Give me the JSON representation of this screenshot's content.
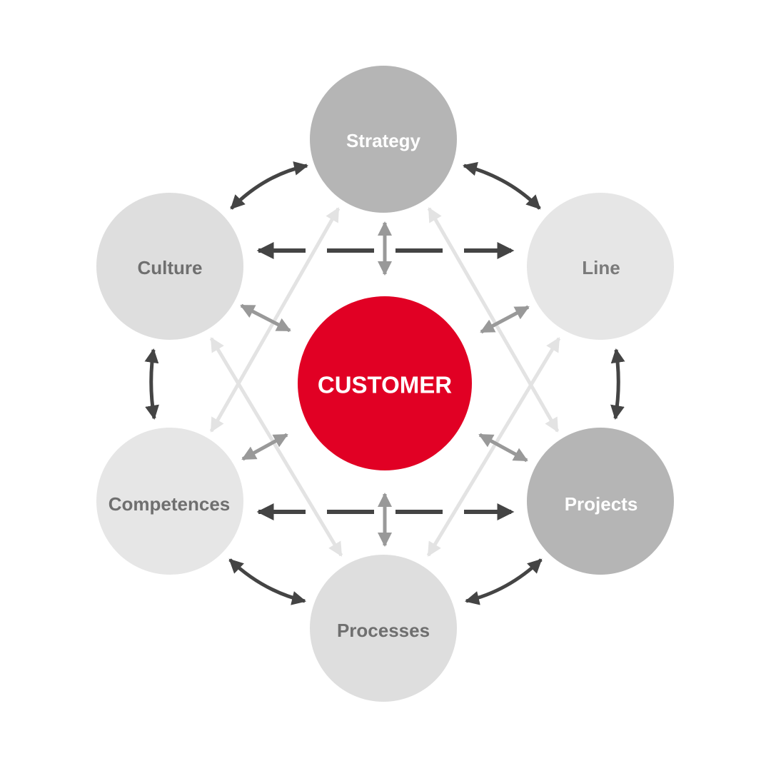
{
  "center": {
    "label": "CUSTOMER",
    "color": "#e10024",
    "text_color": "#ffffff"
  },
  "nodes": {
    "strategy": {
      "label": "Strategy",
      "fill": "#b5b5b5",
      "text_color": "#ffffff"
    },
    "line": {
      "label": "Line",
      "fill": "#e6e6e6",
      "text_color": "#7a7a7a"
    },
    "projects": {
      "label": "Projects",
      "fill": "#b5b5b5",
      "text_color": "#ffffff"
    },
    "processes": {
      "label": "Processes",
      "fill": "#dedede",
      "text_color": "#6f6f6f"
    },
    "competences": {
      "label": "Competences",
      "fill": "#e6e6e6",
      "text_color": "#6f6f6f"
    },
    "culture": {
      "label": "Culture",
      "fill": "#dedede",
      "text_color": "#6f6f6f"
    }
  },
  "colors": {
    "dark_arrow": "#444444",
    "mid_arrow": "#999999",
    "light_arrow": "#e3e3e3"
  }
}
